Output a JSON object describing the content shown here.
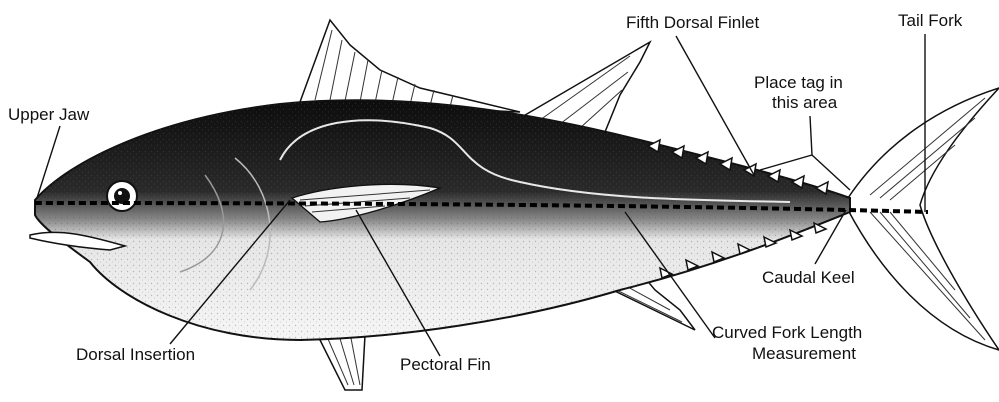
{
  "labels": {
    "upper_jaw": "Upper Jaw",
    "fifth_dorsal_finlet": "Fifth Dorsal Finlet",
    "tail_fork": "Tail Fork",
    "place_tag_line1": "Place tag in",
    "place_tag_line2": "this area",
    "caudal_keel": "Caudal Keel",
    "curved_fork_line1": "Curved Fork Length",
    "curved_fork_line2": "Measurement",
    "pectoral_fin": "Pectoral Fin",
    "dorsal_insertion": "Dorsal Insertion"
  },
  "colors": {
    "ink": "#111111",
    "body_dark": "#1a1a1a",
    "belly": "#f4f4f4",
    "background": "#ffffff"
  }
}
